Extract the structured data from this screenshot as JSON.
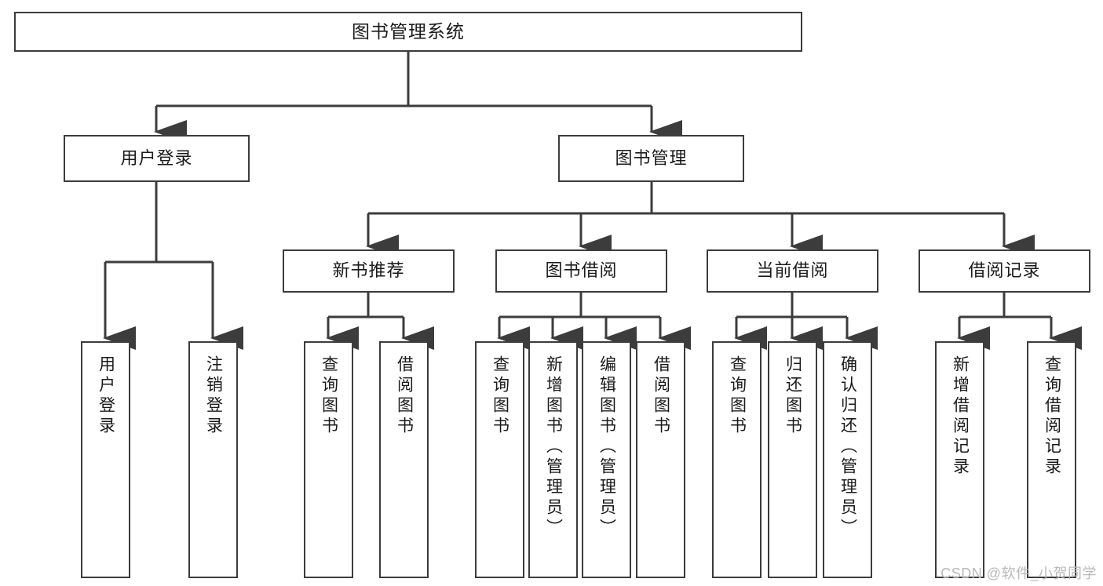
{
  "diagram": {
    "title": "图书管理系统",
    "type": "tree-structure-chart",
    "line_color": "#3c3c3c",
    "box_fill": "#ffffff",
    "text_color": "#1a1a1a"
  },
  "root": {
    "label": "图书管理系统"
  },
  "level2": [
    {
      "label": "用户登录"
    },
    {
      "label": "图书管理"
    }
  ],
  "level3": [
    {
      "label": "新书推荐"
    },
    {
      "label": "图书借阅"
    },
    {
      "label": "当前借阅"
    },
    {
      "label": "借阅记录"
    }
  ],
  "leaves": {
    "user_login": [
      {
        "label": "用户登录"
      },
      {
        "label": "注销登录"
      }
    ],
    "new_book_recommend": [
      {
        "label": "查询图书"
      },
      {
        "label": "借阅图书"
      }
    ],
    "book_borrow": [
      {
        "label": "查询图书"
      },
      {
        "label": "新增图书（管理员）"
      },
      {
        "label": "编辑图书（管理员）"
      },
      {
        "label": "借阅图书"
      }
    ],
    "current_borrow": [
      {
        "label": "查询图书"
      },
      {
        "label": "归还图书"
      },
      {
        "label": "确认归还（管理员）"
      }
    ],
    "borrow_record": [
      {
        "label": "新增借阅记录"
      },
      {
        "label": "查询借阅记录"
      }
    ]
  },
  "watermark": {
    "text": "CSDN @软件_小贺同学"
  }
}
